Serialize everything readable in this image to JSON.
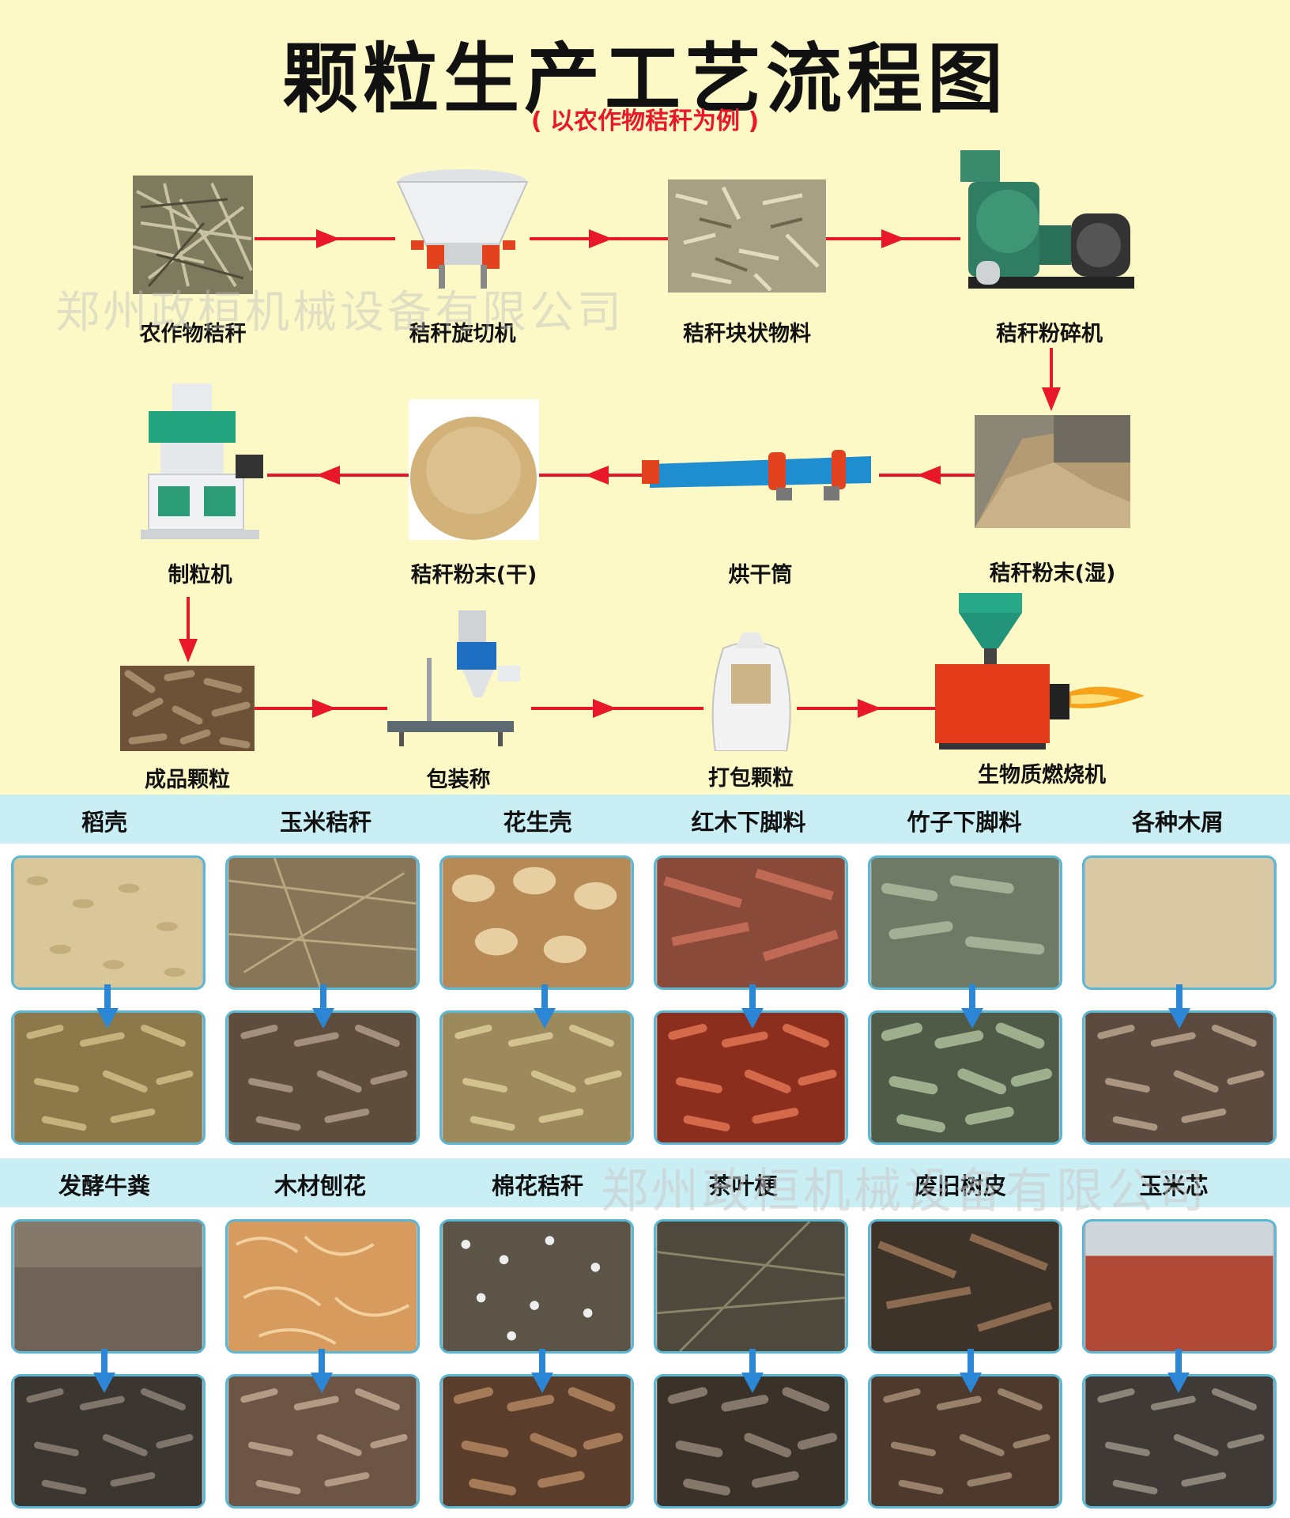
{
  "title": "颗粒生产工艺流程图",
  "subtitle": "( 以农作物秸秆为例 )",
  "watermark": "郑州政桓机械设备有限公司",
  "process": {
    "row1": [
      "农作物秸秆",
      "秸秆旋切机",
      "秸秆块状物料",
      "秸秆粉碎机"
    ],
    "row2": [
      "制粒机",
      "秸秆粉末(干)",
      "烘干筒",
      "秸秆粉末(湿)"
    ],
    "row3": [
      "成品颗粒",
      "包装称",
      "打包颗粒",
      "生物质燃烧机"
    ]
  },
  "materials_row1": [
    "稻壳",
    "玉米秸秆",
    "花生壳",
    "红木下脚料",
    "竹子下脚料",
    "各种木屑"
  ],
  "materials_row2": [
    "发酵牛粪",
    "木材刨花",
    "棉花秸秆",
    "茶叶梗",
    "废旧树皮",
    "玉米芯"
  ],
  "colors": {
    "arrow_red": "#e8172a",
    "arrow_blue": "#2b86d6",
    "band": "#c9eef3",
    "background": "#fdf9c7"
  }
}
